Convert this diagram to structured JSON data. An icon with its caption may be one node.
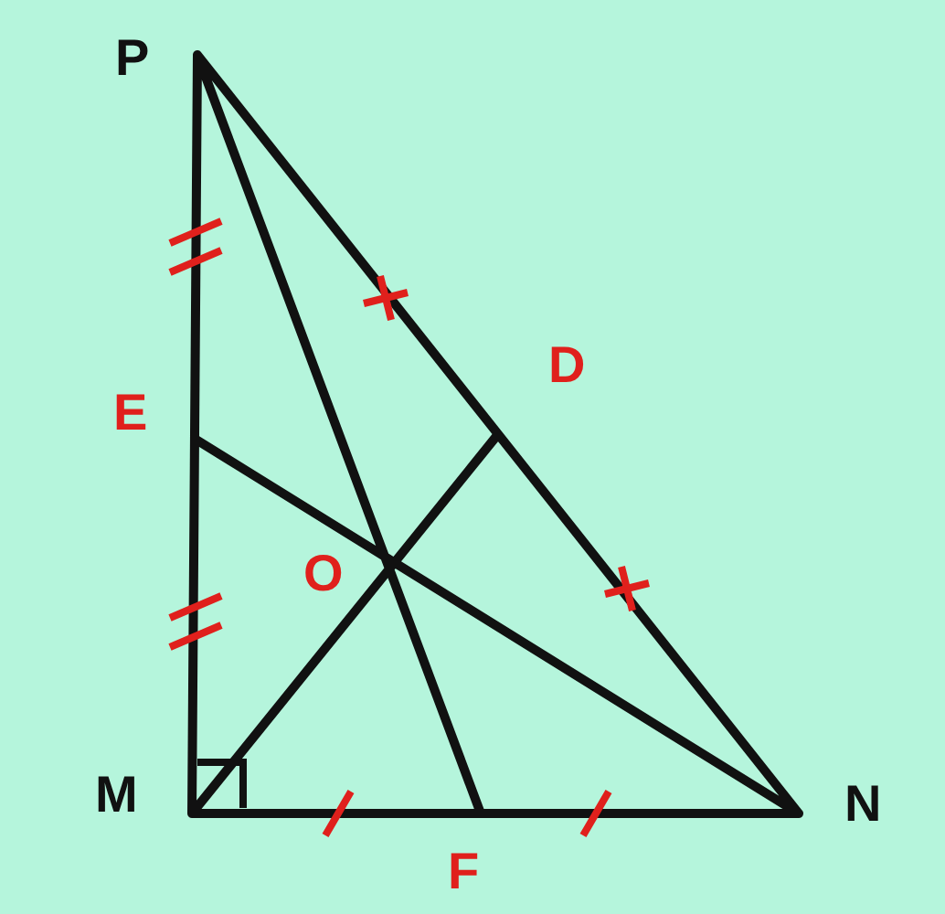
{
  "diagram": {
    "labels": [
      "P",
      "E",
      "D",
      "O",
      "M",
      "F",
      "N"
    ]
  }
}
